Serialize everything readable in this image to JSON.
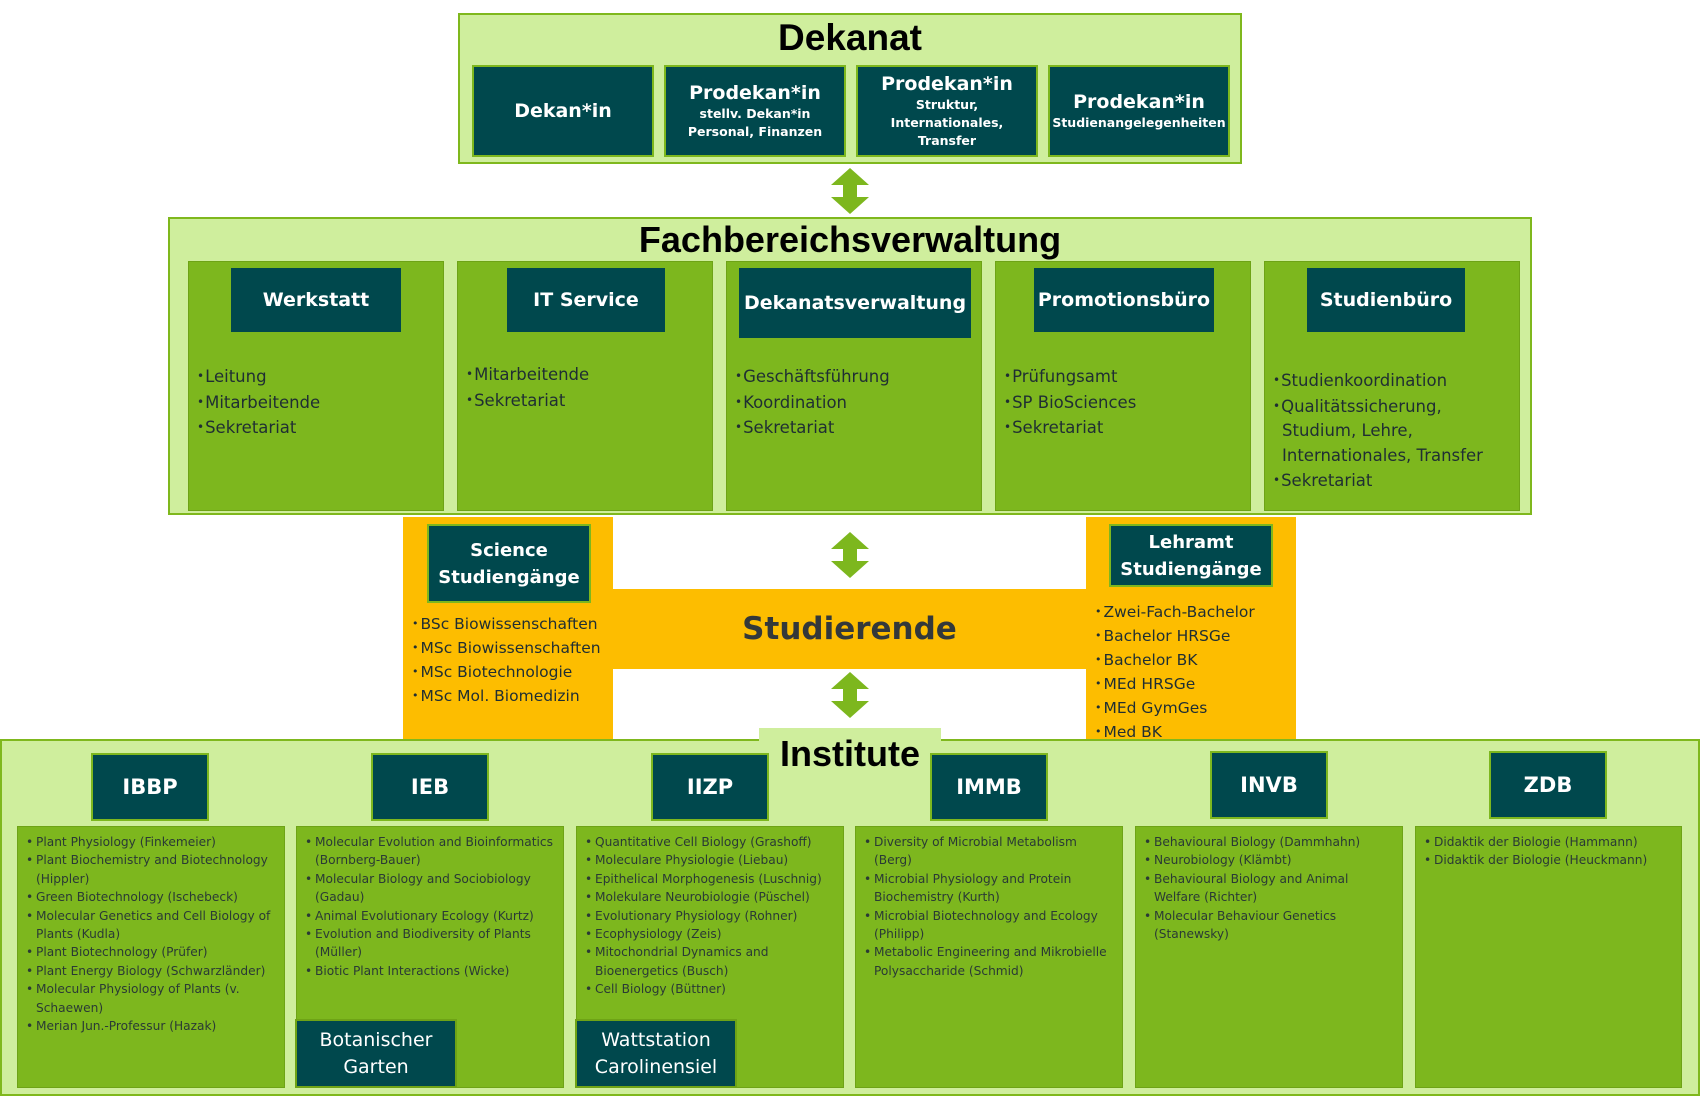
{
  "dekanat": {
    "title": "Dekanat",
    "roles": [
      {
        "title": "Dekan*in",
        "subtitle": ""
      },
      {
        "title": "Prodekan*in",
        "subtitle_line1": "stellv. Dekan*in",
        "subtitle_line2": "Personal, Finanzen"
      },
      {
        "title": "Prodekan*in",
        "subtitle_line1": "Struktur, Internationales,",
        "subtitle_line2": "Transfer"
      },
      {
        "title": "Prodekan*in",
        "subtitle_line1": "Studienangelegenheiten",
        "subtitle_line2": ""
      }
    ]
  },
  "fachbereich": {
    "title": "Fachbereichsverwaltung",
    "units": [
      {
        "title": "Werkstatt",
        "items": [
          "Leitung",
          "Mitarbeitende",
          "Sekretariat"
        ]
      },
      {
        "title": "IT Service",
        "items": [
          "Mitarbeitende",
          "Sekretariat"
        ]
      },
      {
        "title": "Dekanatsverwaltung",
        "items": [
          "Geschäftsführung",
          "Koordination",
          "Sekretariat"
        ]
      },
      {
        "title": "Promotionsbüro",
        "items": [
          "Prüfungsamt",
          "SP BioSciences",
          "Sekretariat"
        ]
      },
      {
        "title": "Studienbüro",
        "items": [
          "Studienkoordination",
          "Qualitätssicherung, Studium, Lehre, Internationales, Transfer",
          "Sekretariat"
        ]
      }
    ]
  },
  "studierende": {
    "title": "Studierende",
    "science": {
      "title_line1": "Science",
      "title_line2": "Studiengänge",
      "programs": [
        "BSc Biowissenschaften",
        "MSc Biowissenschaften",
        "MSc Biotechnologie",
        "MSc Mol. Biomedizin"
      ]
    },
    "lehramt": {
      "title_line1": "Lehramt",
      "title_line2": "Studiengänge",
      "programs": [
        "Zwei-Fach-Bachelor",
        "Bachelor HRSGe",
        "Bachelor BK",
        "MEd HRSGe",
        "MEd GymGes",
        "Med BK"
      ]
    }
  },
  "institute": {
    "title": "Institute",
    "units": [
      {
        "abbr": "IBBP",
        "groups": [
          "Plant Physiology (Finkemeier)",
          "Plant Biochemistry and Biotechnology (Hippler)",
          "Green Biotechnology (Ischebeck)",
          "Molecular Genetics and Cell Biology of Plants (Kudla)",
          "Plant Biotechnology (Prüfer)",
          "Plant Energy Biology (Schwarzländer)",
          "Molecular Physiology of Plants (v. Schaewen)",
          "Merian Jun.-Professur (Hazak)"
        ]
      },
      {
        "abbr": "IEB",
        "groups": [
          "Molecular Evolution and Bioinformatics (Bornberg-Bauer)",
          "Molecular Biology and Sociobiology (Gadau)",
          "Animal Evolutionary Ecology (Kurtz)",
          "Evolution and Biodiversity of Plants (Müller)",
          "Biotic Plant Interactions (Wicke)"
        ],
        "facility_line1": "Botanischer",
        "facility_line2": "Garten"
      },
      {
        "abbr": "IIZP",
        "groups": [
          "Quantitative Cell Biology (Grashoff)",
          "Moleculare Physiologie (Liebau)",
          "Epithelical Morphogenesis (Luschnig)",
          "Molekulare Neurobiologie (Püschel)",
          "Evolutionary Physiology (Rohner)",
          "Ecophysiology (Zeis)",
          "Mitochondrial Dynamics and Bioenergetics (Busch)",
          "Cell Biology (Büttner)"
        ],
        "facility_line1": "Wattstation",
        "facility_line2": "Carolinensiel"
      },
      {
        "abbr": "IMMB",
        "groups": [
          "Diversity of Microbial Metabolism (Berg)",
          "Microbial Physiology and Protein Biochemistry (Kurth)",
          "Microbial Biotechnology and Ecology (Philipp)",
          "Metabolic Engineering and Mikrobielle Polysaccharide (Schmid)"
        ]
      },
      {
        "abbr": "INVB",
        "groups": [
          "Behavioural Biology (Dammhahn)",
          "Neurobiology (Klämbt)",
          "Behavioural Biology and Animal Welfare (Richter)",
          "Molecular Behaviour Genetics (Stanewsky)"
        ]
      },
      {
        "abbr": "ZDB",
        "groups": [
          "Didaktik der Biologie (Hammann)",
          "Didaktik der Biologie (Heuckmann)"
        ]
      }
    ]
  },
  "colors": {
    "dark_teal": "#00484d",
    "light_green": "#cfee9d",
    "mid_green": "#7db71e",
    "orange": "#fdbd00",
    "arrow_green": "#7db71e"
  }
}
